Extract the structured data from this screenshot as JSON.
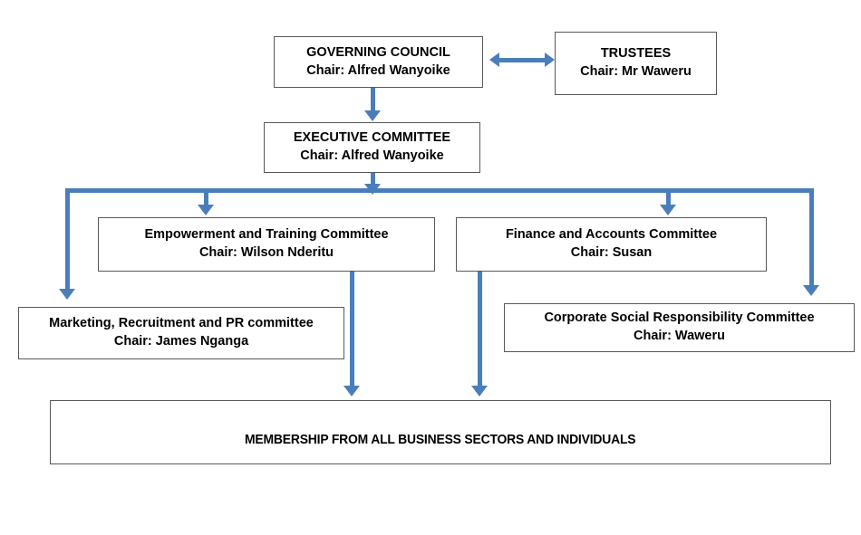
{
  "diagram": {
    "title": "Organizational Structure Chart",
    "accent_color": "#4a7ebb",
    "box_border_color": "#595959",
    "text_color": "#000000",
    "background_color": "#ffffff"
  },
  "nodes": {
    "governing_council": {
      "title": "GOVERNING COUNCIL",
      "subtitle": "Chair: Alfred Wanyoike"
    },
    "trustees": {
      "title": "TRUSTEES",
      "subtitle": "Chair: Mr Waweru"
    },
    "executive_committee": {
      "title": "EXECUTIVE COMMITTEE",
      "subtitle": "Chair: Alfred Wanyoike"
    },
    "empowerment_training": {
      "title": "Empowerment and Training Committee",
      "subtitle": "Chair: Wilson Nderitu"
    },
    "finance_accounts": {
      "title": "Finance and Accounts Committee",
      "subtitle": "Chair: Susan"
    },
    "marketing_recruitment_pr": {
      "title": "Marketing, Recruitment and PR committee",
      "subtitle": "Chair: James Nganga"
    },
    "corporate_social_responsibility": {
      "title": "Corporate Social Responsibility Committee",
      "subtitle": "Chair: Waweru"
    },
    "membership": {
      "title": "MEMBERSHIP FROM ALL BUSINESS SECTORS AND INDIVIDUALS",
      "subtitle": ""
    }
  },
  "connectors": [
    {
      "name": "governing-council-to-trustees",
      "type": "bidirectional-horizontal"
    },
    {
      "name": "governing-council-to-executive",
      "type": "arrow-down"
    },
    {
      "name": "executive-to-distribution-bar",
      "type": "arrow-down"
    },
    {
      "name": "distribution-bar",
      "type": "horizontal-bus"
    },
    {
      "name": "bar-to-empowerment",
      "type": "arrow-down"
    },
    {
      "name": "bar-to-finance",
      "type": "arrow-down"
    },
    {
      "name": "bar-to-marketing",
      "type": "elbow-left-arrow-down"
    },
    {
      "name": "bar-to-csr",
      "type": "elbow-right-arrow-down"
    },
    {
      "name": "empowerment-to-membership",
      "type": "arrow-down"
    },
    {
      "name": "finance-to-membership",
      "type": "arrow-down"
    }
  ]
}
